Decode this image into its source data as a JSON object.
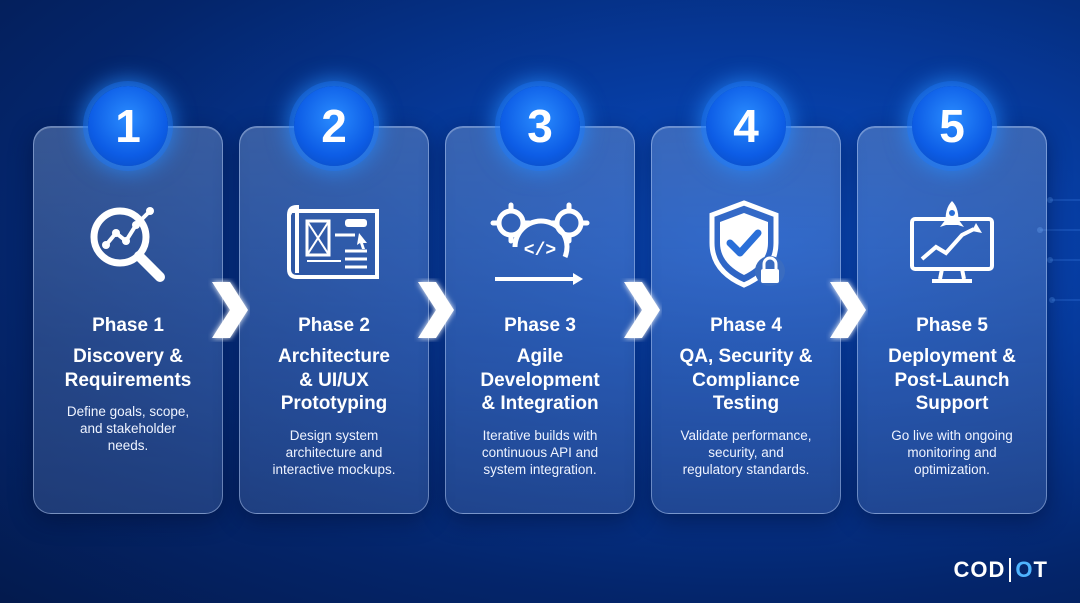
{
  "phases": [
    {
      "number": "1",
      "phase": "Phase 1",
      "title": "Discovery & Requirements",
      "title_lines": [
        "Discovery &",
        "Requirements"
      ],
      "description_lines": [
        "Define goals, scope,",
        "and stakeholder",
        "needs."
      ],
      "icon": "magnifier-chart-icon"
    },
    {
      "number": "2",
      "phase": "Phase 2",
      "title_lines": [
        "Architecture",
        "& UI/UX",
        "Prototyping"
      ],
      "description_lines": [
        "Design system",
        "architecture and",
        "interactive mockups."
      ],
      "icon": "blueprint-icon"
    },
    {
      "number": "3",
      "phase": "Phase 3",
      "title_lines": [
        "Agile",
        "Development",
        "& Integration"
      ],
      "description_lines": [
        "Iterative builds with",
        "continuous API and",
        "system integration."
      ],
      "icon": "gears-code-icon"
    },
    {
      "number": "4",
      "phase": "Phase 4",
      "title_lines": [
        "QA, Security &",
        "Compliance",
        "Testing"
      ],
      "description_lines": [
        "Validate performance,",
        "security, and",
        "regulatory standards."
      ],
      "icon": "shield-check-lock-icon"
    },
    {
      "number": "5",
      "phase": "Phase 5",
      "title_lines": [
        "Deployment &",
        "Post-Launch",
        "Support"
      ],
      "description_lines": [
        "Go live with ongoing",
        "monitoring and",
        "optimization."
      ],
      "icon": "monitor-rocket-icon"
    }
  ],
  "logo": {
    "part1": "COD",
    "part2": "O",
    "part3": "T"
  },
  "colors": {
    "accent": "#0d5de6",
    "background": "#04256b",
    "logo_accent": "#4fb4ff"
  }
}
